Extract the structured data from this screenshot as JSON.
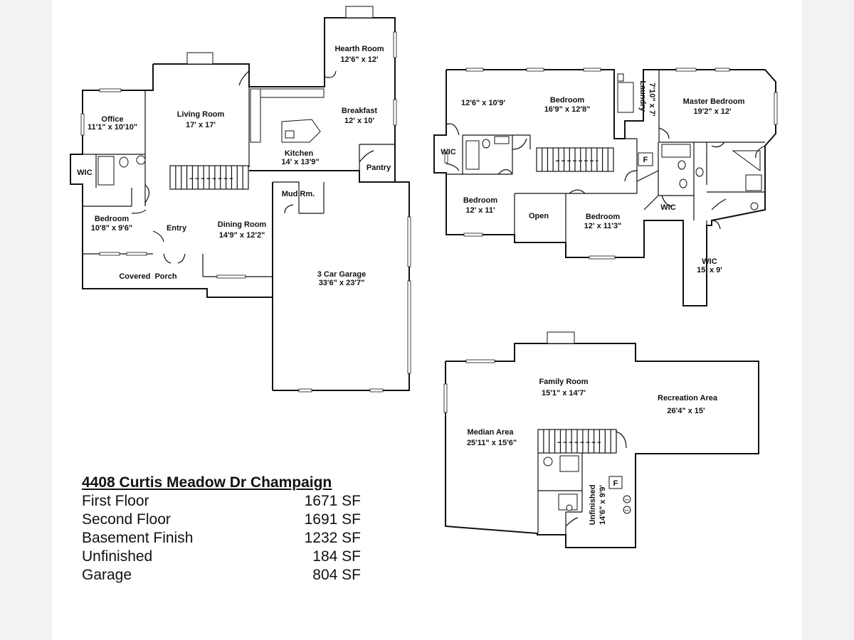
{
  "first_floor": {
    "hearth_room": {
      "name": "Hearth Room",
      "dims": "12'6\" x 12'"
    },
    "breakfast": {
      "name": "Breakfast",
      "dims": "12' x 10'"
    },
    "living_room": {
      "name": "Living Room",
      "dims": "17' x 17'"
    },
    "office": {
      "name": "Office",
      "dims": "11'1\" x 10'10\""
    },
    "kitchen": {
      "name": "Kitchen",
      "dims": "14' x 13'9\""
    },
    "pantry": {
      "name": "Pantry"
    },
    "wic": {
      "name": "WIC"
    },
    "mud_room": {
      "name": "Mud Rm."
    },
    "bedroom": {
      "name": "Bedroom",
      "dims": "10'8\" x 9'6\""
    },
    "entry": {
      "name": "Entry"
    },
    "dining_room": {
      "name": "Dining Room",
      "dims": "14'9\" x 12'2\""
    },
    "covered_porch": {
      "name": "Covered  Porch"
    },
    "garage": {
      "name": "3 Car Garage",
      "dims": "33'6\" x 23'7\""
    }
  },
  "second_floor": {
    "bedroom_a": {
      "dims": "12'6\" x 10'9'"
    },
    "bedroom_b": {
      "name": "Bedroom",
      "dims": "16'9\" x 12'8\""
    },
    "laundry": {
      "name": "Laundry",
      "dims": "7'10\" x 7'"
    },
    "master": {
      "name": "Master Bedroom",
      "dims": "19'2\" x 12'"
    },
    "wic_left": {
      "name": "WIC"
    },
    "furnace": {
      "name": "F"
    },
    "bedroom_c": {
      "name": "Bedroom",
      "dims": "12' x 11'"
    },
    "open": {
      "name": "Open"
    },
    "bedroom_d": {
      "name": "Bedroom",
      "dims": "12' x 11'3\""
    },
    "wic_mid": {
      "name": "WIC"
    },
    "wic_master": {
      "name": "WIC",
      "dims": "15' x 9'"
    }
  },
  "basement": {
    "family_room": {
      "name": "Family Room",
      "dims": "15'1\" x 14'7'"
    },
    "recreation": {
      "name": "Recreation Area",
      "dims": "26'4\" x 15'"
    },
    "median": {
      "name": "Median Area",
      "dims": "25'11\" x 15'6\""
    },
    "unfinished": {
      "name": "Unfinished",
      "dims": "14'6\" x 9'9'"
    },
    "furnace": {
      "name": "F"
    },
    "wh1": "WH",
    "wh2": "WH"
  },
  "summary": {
    "title": "4408 Curtis Meadow Dr Champaign",
    "rows": [
      {
        "label": "First Floor",
        "value": "1671 SF"
      },
      {
        "label": "Second Floor",
        "value": "1691 SF"
      },
      {
        "label": "Basement Finish",
        "value": "1232 SF"
      },
      {
        "label": "Unfinished",
        "value": "184 SF"
      },
      {
        "label": "Garage",
        "value": "804 SF"
      }
    ]
  }
}
